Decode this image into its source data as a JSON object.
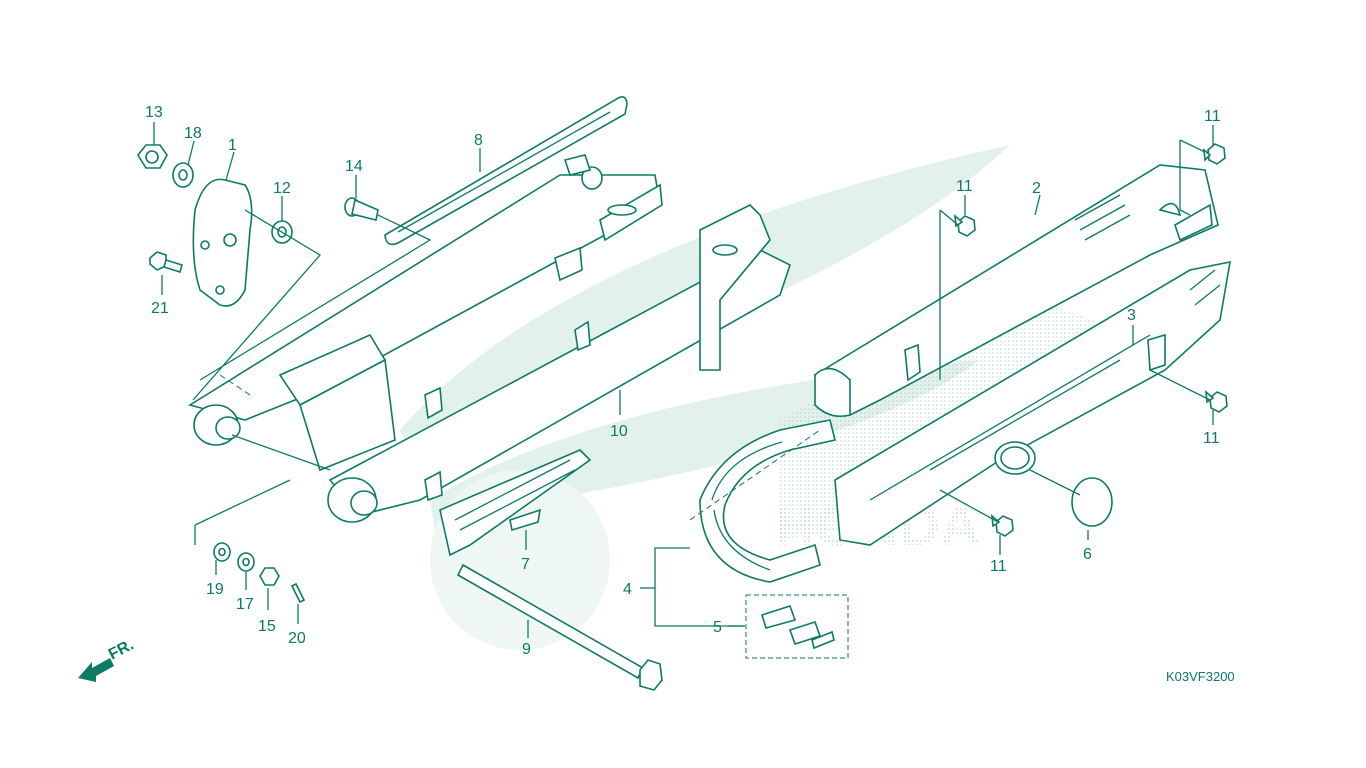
{
  "diagram": {
    "code": "K03VF3200",
    "front_arrow_label": "FR.",
    "watermark_text": "HONDA",
    "callouts": {
      "c1": "1",
      "c2": "2",
      "c3": "3",
      "c4": "4",
      "c5": "5",
      "c6": "6",
      "c7": "7",
      "c8": "8",
      "c9": "9",
      "c10": "10",
      "c11a": "11",
      "c11b": "11",
      "c11c": "11",
      "c11d": "11",
      "c12": "12",
      "c13": "13",
      "c14": "14",
      "c15": "15",
      "c17": "17",
      "c18": "18",
      "c19": "19",
      "c20": "20",
      "c21": "21"
    },
    "colors": {
      "line": "#0d7a63",
      "watermark": "#dcefe8",
      "background": "#ffffff"
    }
  }
}
